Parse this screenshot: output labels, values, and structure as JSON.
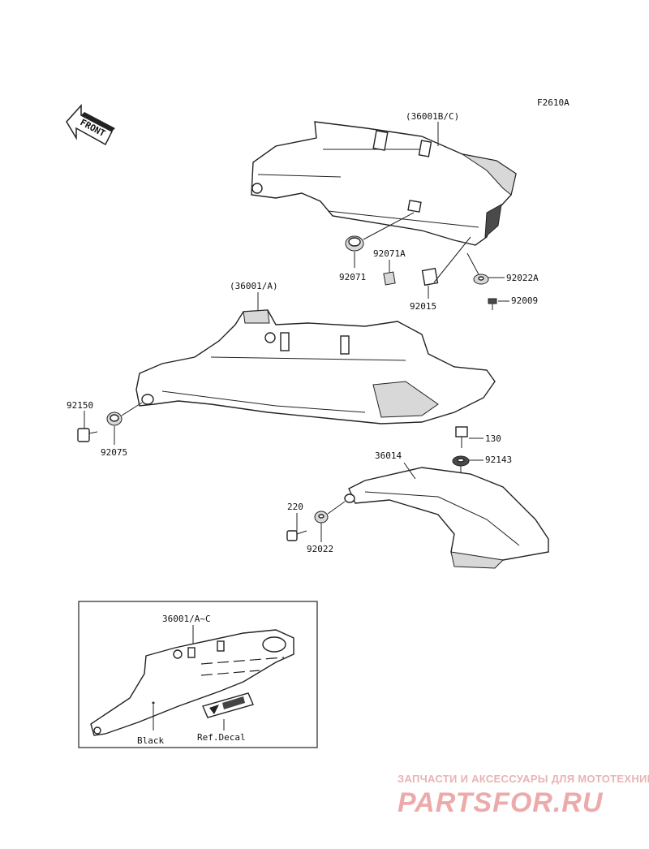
{
  "diagram": {
    "code": "F2610A",
    "front_arrow": "FRONT",
    "labels": {
      "rear_cover_bc": "(36001B/C)",
      "grommet_92071": "92071",
      "nut_92071a": "92071A",
      "nut_92015": "92015",
      "washer_92022a": "92022A",
      "screw_92009": "92009",
      "side_cover_a": "(36001/A)",
      "bolt_92150": "92150",
      "grommet_92075": "92075",
      "bolt_130": "130",
      "washer_92143": "92143",
      "cover_36014": "36014",
      "bolt_220": "220",
      "washer_92022": "92022"
    },
    "inset": {
      "part_label": "36001/A~C",
      "color_label": "Black",
      "decal_label": "Ref.Decal"
    }
  },
  "watermark": {
    "tagline": "ЗАПЧАСТИ И АКСЕССУАРЫ ДЛЯ МОТОТЕХНИКИ",
    "logo": "PARTSFOR.RU",
    "color": "#e9a9a9"
  }
}
